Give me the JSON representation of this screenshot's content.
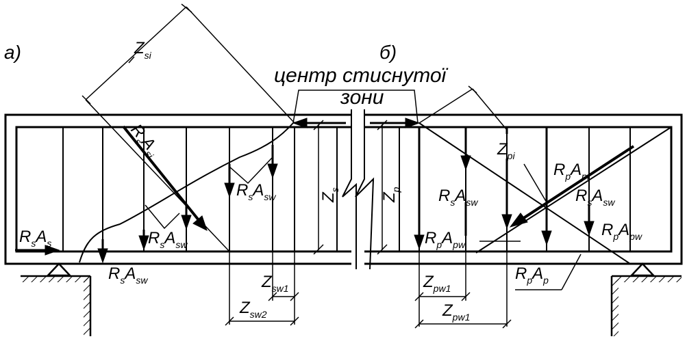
{
  "panels": {
    "a": {
      "label": "а)"
    },
    "b": {
      "label": "б)"
    }
  },
  "compression_zone": {
    "line1": "центр стиснутої",
    "line2": "зони"
  },
  "left": {
    "z_si": {
      "main": "Z",
      "sub": "si"
    },
    "rs_asi": {
      "r": "R",
      "rsub": "s",
      "a": "A",
      "asub": "si"
    },
    "rs_asw_upper": {
      "r": "R",
      "rsub": "s",
      "a": "A",
      "asub": "sw"
    },
    "rs_asw_mid": {
      "r": "R",
      "rsub": "s",
      "a": "A",
      "asub": "sw"
    },
    "rs_asw_low": {
      "r": "R",
      "rsub": "s",
      "a": "A",
      "asub": "sw"
    },
    "rs_as": {
      "r": "R",
      "rsub": "s",
      "a": "A",
      "asub": "s"
    },
    "z_s": {
      "main": "Z",
      "sub": "s"
    },
    "z_sw1": {
      "main": "Z",
      "sub": "sw1"
    },
    "z_sw2": {
      "main": "Z",
      "sub": "sw2"
    }
  },
  "right": {
    "z_p": {
      "main": "Z",
      "sub": "p"
    },
    "z_pi": {
      "main": "Z",
      "sub": "pi"
    },
    "rp_api": {
      "r": "R",
      "rsub": "p",
      "a": "A",
      "asub": "pi"
    },
    "rs_asw_a": {
      "r": "R",
      "rsub": "s",
      "a": "A",
      "asub": "sw"
    },
    "rs_asw_b": {
      "r": "R",
      "rsub": "s",
      "a": "A",
      "asub": "sw"
    },
    "rp_apw_a": {
      "r": "R",
      "rsub": "p",
      "a": "A",
      "asub": "pw"
    },
    "rp_apw_b": {
      "r": "R",
      "rsub": "p",
      "a": "A",
      "asub": "pw"
    },
    "rp_ap": {
      "r": "R",
      "rsub": "p",
      "a": "A",
      "asub": "p"
    },
    "z_pw1_upper": {
      "main": "Z",
      "sub": "pw1"
    },
    "z_pw1_lower": {
      "main": "Z",
      "sub": "pw1"
    }
  }
}
